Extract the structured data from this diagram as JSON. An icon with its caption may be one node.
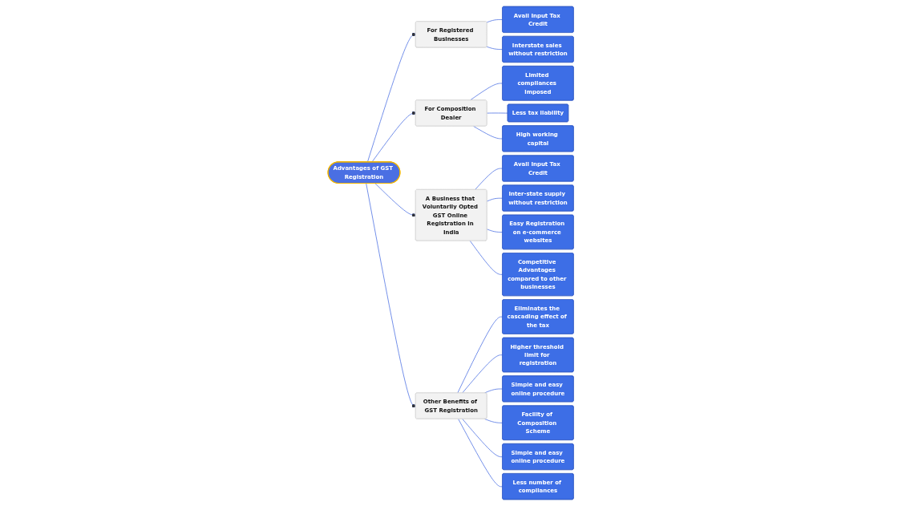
{
  "diagram": {
    "nodes": [
      {
        "text": [
          "Advantages of GST Registration"
        ]
      },
      {
        "text": [
          "For Registered Businesses"
        ]
      },
      {
        "text": [
          "Avail Input Tax Credit"
        ]
      },
      {
        "text": [
          "Interstate sales without restriction"
        ]
      },
      {
        "text": [
          "For Composition Dealer"
        ]
      },
      {
        "text": [
          "Limited compliances imposed"
        ]
      },
      {
        "text": [
          "Less tax liability"
        ]
      },
      {
        "text": [
          "High working capital"
        ]
      },
      {
        "text": [
          "A Business that Voluntarily Opted GST Online Registration in India"
        ]
      },
      {
        "text": [
          "Avail Input Tax Credit"
        ]
      },
      {
        "text": [
          "Inter-state supply without restriction"
        ]
      },
      {
        "text": [
          "Easy Registration on e-commerce websites"
        ]
      },
      {
        "text": [
          "Competitive Advantages compared to other businesses"
        ]
      },
      {
        "text": [
          "Other Benefits of GST Registration"
        ]
      },
      {
        "text": [
          "Eliminates the cascading effect of the tax"
        ]
      },
      {
        "text": [
          "Higher threshold limit for registration"
        ]
      },
      {
        "text": [
          "Simple and easy online procedure"
        ]
      },
      {
        "text": [
          "Facility of Composition Scheme"
        ]
      },
      {
        "text": [
          "Simple and easy online procedure"
        ]
      },
      {
        "text": [
          "Less number of compliances"
        ]
      }
    ],
    "edges": [
      {
        "from": 0,
        "to": 1,
        "arrow": "other"
      },
      {
        "from": 0,
        "to": 4,
        "arrow": "other"
      },
      {
        "from": 0,
        "to": 8,
        "arrow": "other"
      },
      {
        "from": 0,
        "to": 13,
        "arrow": "other"
      },
      {
        "from": 1,
        "to": 2,
        "arrow": "none"
      },
      {
        "from": 1,
        "to": 3,
        "arrow": "none"
      },
      {
        "from": 4,
        "to": 5,
        "arrow": "none"
      },
      {
        "from": 4,
        "to": 6,
        "arrow": "none"
      },
      {
        "from": 4,
        "to": 7,
        "arrow": "none"
      },
      {
        "from": 8,
        "to": 9,
        "arrow": "none"
      },
      {
        "from": 8,
        "to": 10,
        "arrow": "none"
      },
      {
        "from": 8,
        "to": 11,
        "arrow": "none"
      },
      {
        "from": 8,
        "to": 12,
        "arrow": "none"
      },
      {
        "from": 13,
        "to": 14,
        "arrow": "none"
      },
      {
        "from": 13,
        "to": 15,
        "arrow": "none"
      },
      {
        "from": 13,
        "to": 16,
        "arrow": "none"
      },
      {
        "from": 13,
        "to": 17,
        "arrow": "none"
      },
      {
        "from": 13,
        "to": 18,
        "arrow": "none"
      },
      {
        "from": 13,
        "to": 19,
        "arrow": "none"
      }
    ]
  }
}
